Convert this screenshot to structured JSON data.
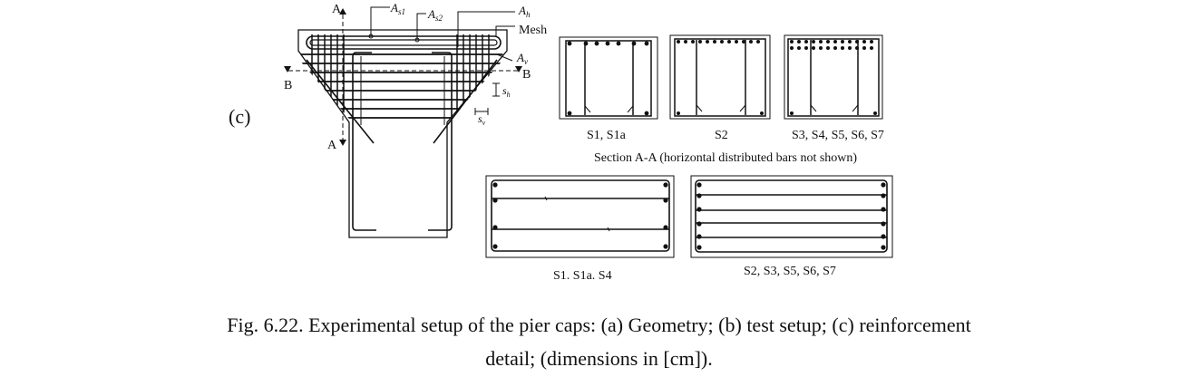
{
  "panel_label": "(c)",
  "elevation": {
    "section_mark_a": "A",
    "section_mark_b": "B",
    "label_as1": "A",
    "label_as1_sub": "s1",
    "label_as2": "A",
    "label_as2_sub": "s2",
    "label_ah": "A",
    "label_ah_sub": "h",
    "label_mesh": "Mesh",
    "label_av": "A",
    "label_av_sub": "v",
    "label_sh": "s",
    "label_sh_sub": "h",
    "label_sv": "s",
    "label_sv_sub": "v"
  },
  "sections_aa": {
    "labels": [
      "S1, S1a",
      "S2",
      "S3, S4, S5, S6, S7"
    ],
    "title": "Section A-A (horizontal distributed bars not shown)"
  },
  "sections_bb": {
    "labels": [
      "S1. S1a. S4",
      "S2, S3, S5, S6, S7"
    ]
  },
  "caption": {
    "line1": "Fig. 6.22. Experimental setup of the pier caps: (a) Geometry; (b) test setup; (c) reinforcement",
    "line2": "detail; (dimensions in [cm])."
  }
}
